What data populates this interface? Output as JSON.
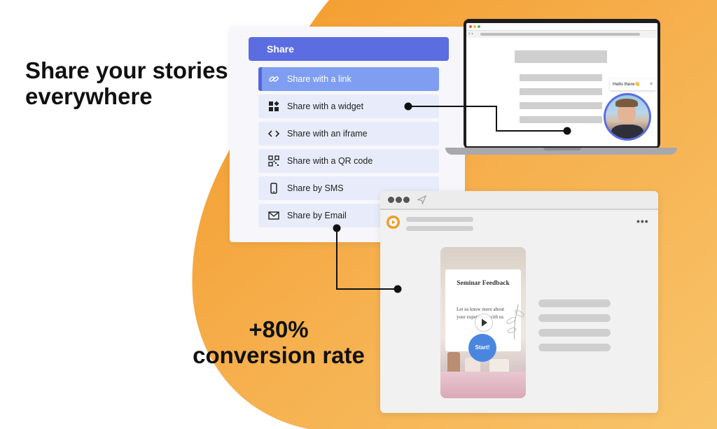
{
  "headline": {
    "line1": "Share your stories",
    "line2": "everywhere"
  },
  "stat": {
    "value": "+80%",
    "label": "conversion rate"
  },
  "share_panel": {
    "header": "Share",
    "items": [
      {
        "label": "Share with a link",
        "icon": "link-icon"
      },
      {
        "label": "Share with a widget",
        "icon": "widget-icon"
      },
      {
        "label": "Share with an iframe",
        "icon": "code-icon"
      },
      {
        "label": "Share with a QR code",
        "icon": "qr-code-icon"
      },
      {
        "label": "Share by SMS",
        "icon": "phone-icon"
      },
      {
        "label": "Share by Email",
        "icon": "envelope-icon"
      }
    ]
  },
  "laptop": {
    "chat_bubble": "Hello there👋",
    "close": "×"
  },
  "video_card": {
    "title": "Seminar Feedback",
    "body": "Let us know more about your experience with us",
    "start": "Start!"
  },
  "colors": {
    "accent": "#5b6de0",
    "active_item": "#7f9ef2",
    "item_bg": "#e8ecfa",
    "orange": "#f4a13b"
  }
}
